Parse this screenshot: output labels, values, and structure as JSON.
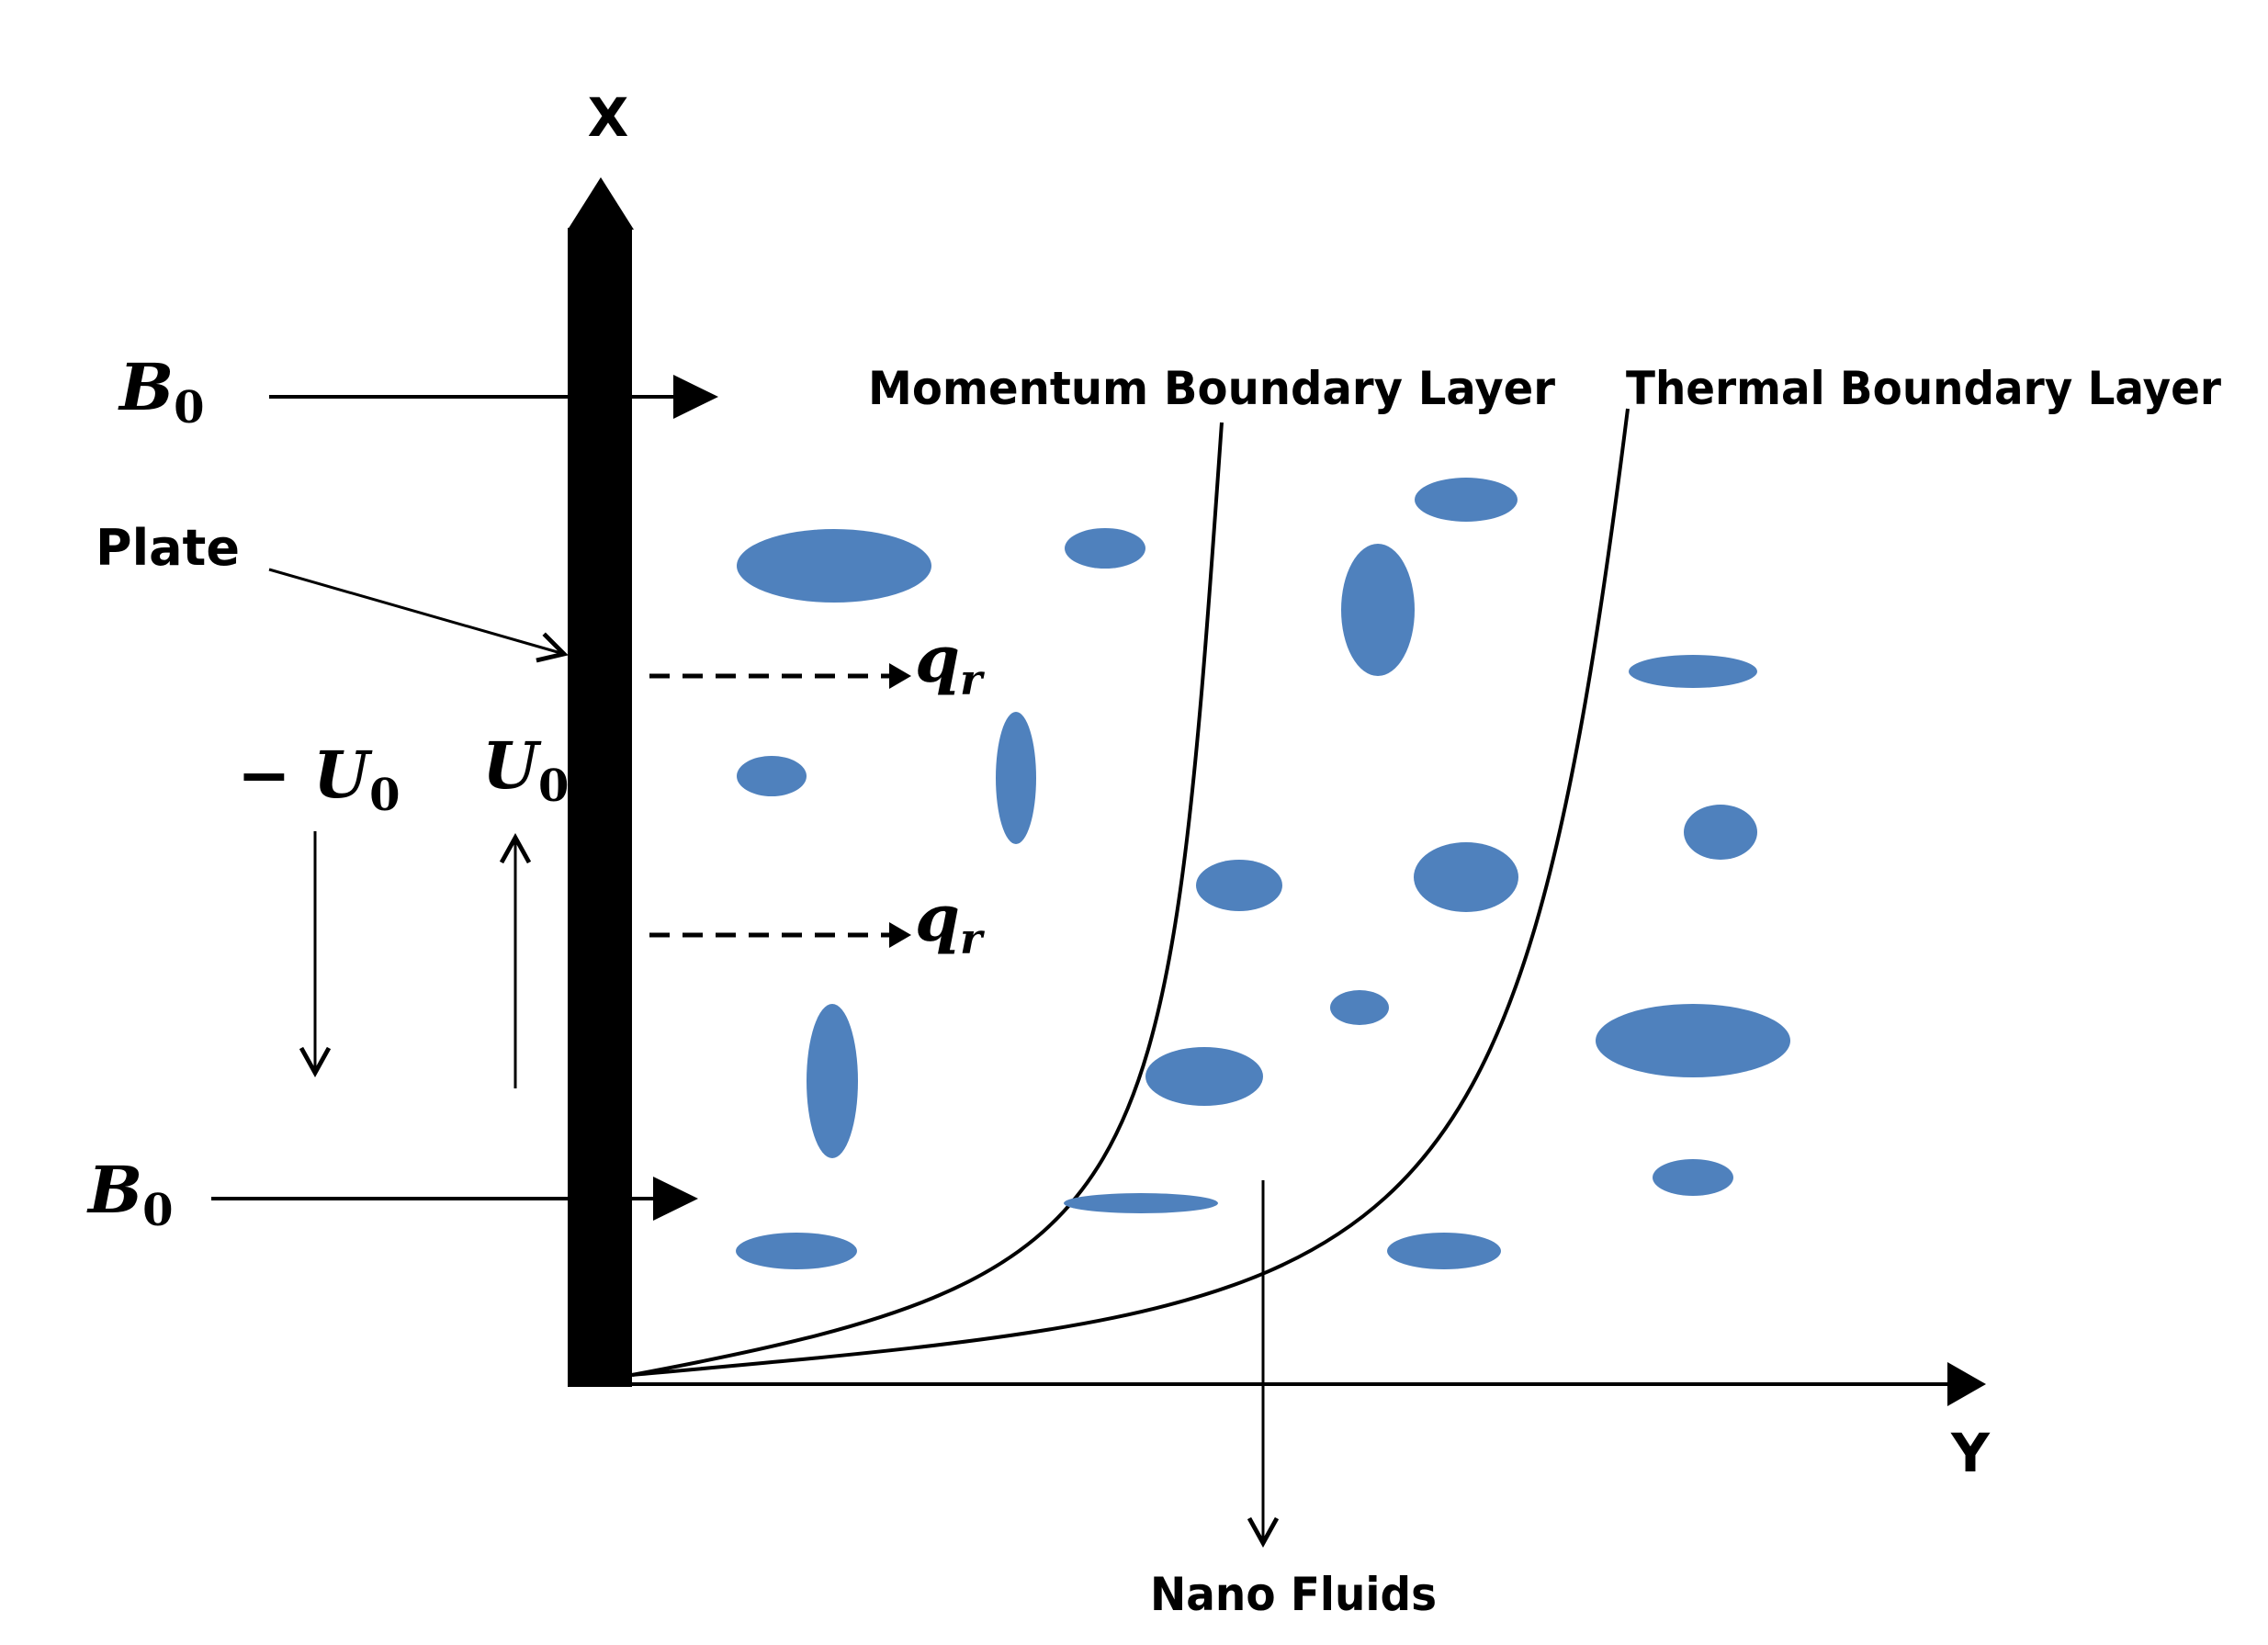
{
  "axes": {
    "x_label": "X",
    "y_label": "Y"
  },
  "labels": {
    "plate": "Plate",
    "momentum_layer": "Momentum Boundary Layer",
    "thermal_layer": "Thermal Boundary Layer",
    "nano_fluids": "Nano Fluids"
  },
  "symbols": {
    "magnetic_field": {
      "base": "B",
      "sub": "0"
    },
    "radiative_flux": {
      "base": "q",
      "sub": "r"
    },
    "velocity_up": {
      "base": "U",
      "sub": "0"
    },
    "velocity_down": {
      "prefix": "− ",
      "base": "U",
      "sub": "0"
    }
  },
  "colors": {
    "particle": "#4f81bd",
    "ink": "#000000"
  }
}
